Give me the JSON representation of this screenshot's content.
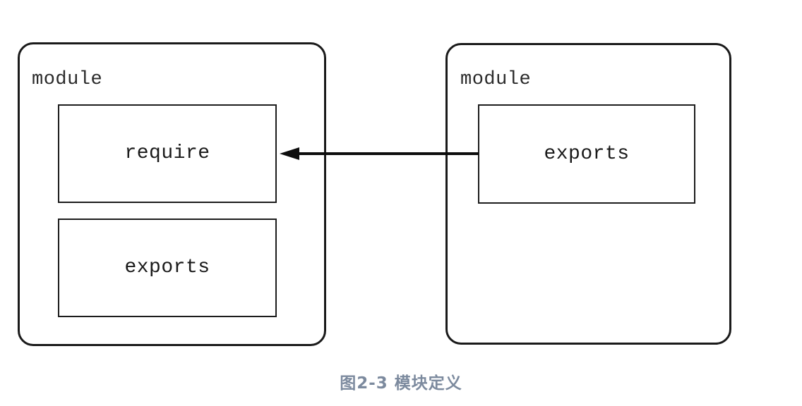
{
  "diagram": {
    "title": "图2-3 模块定义",
    "caption": "图2-3 模块定义",
    "caption_color": "#7c8a9e",
    "background_color": "#ffffff",
    "stroke_color": "#1a1a1a",
    "modules": [
      {
        "id": "module-left",
        "label": "module",
        "members": [
          {
            "id": "box-require",
            "label": "require"
          },
          {
            "id": "box-exports-left",
            "label": "exports"
          }
        ]
      },
      {
        "id": "module-right",
        "label": "module",
        "members": [
          {
            "id": "box-exports-right",
            "label": "exports"
          }
        ]
      }
    ],
    "connector": {
      "id": "exports-to-require-arrow",
      "from": "module-right.exports",
      "to": "module-left.require",
      "direction": "right-to-left",
      "arrowhead": "left",
      "color": "#0d0d0d"
    }
  }
}
